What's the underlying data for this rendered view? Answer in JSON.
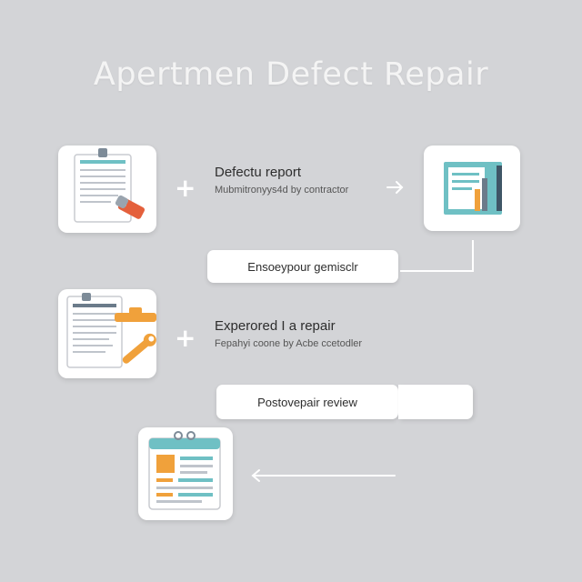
{
  "title": "Apertmen Defect Repair",
  "steps": [
    {
      "title": "Defectu report",
      "subtitle": "Mubmitronyys4d by contractor"
    },
    {
      "title": "Experored I a repair",
      "subtitle": "Fepahyi coone by Acbe ccetodler"
    }
  ],
  "pills": [
    {
      "label": "Ensoeypour gemisclr"
    },
    {
      "label": "Postovepair review"
    }
  ],
  "colors": {
    "background": "#d3d4d7",
    "accent_orange": "#f0a13b",
    "accent_teal": "#6fc0c4",
    "accent_red": "#e4603c"
  },
  "icons": [
    "clipboard-tag-icon",
    "chart-document-icon",
    "wrench-checklist-icon",
    "calendar-report-icon",
    "plus-icon",
    "arrow-right-icon",
    "arrow-left-icon"
  ]
}
